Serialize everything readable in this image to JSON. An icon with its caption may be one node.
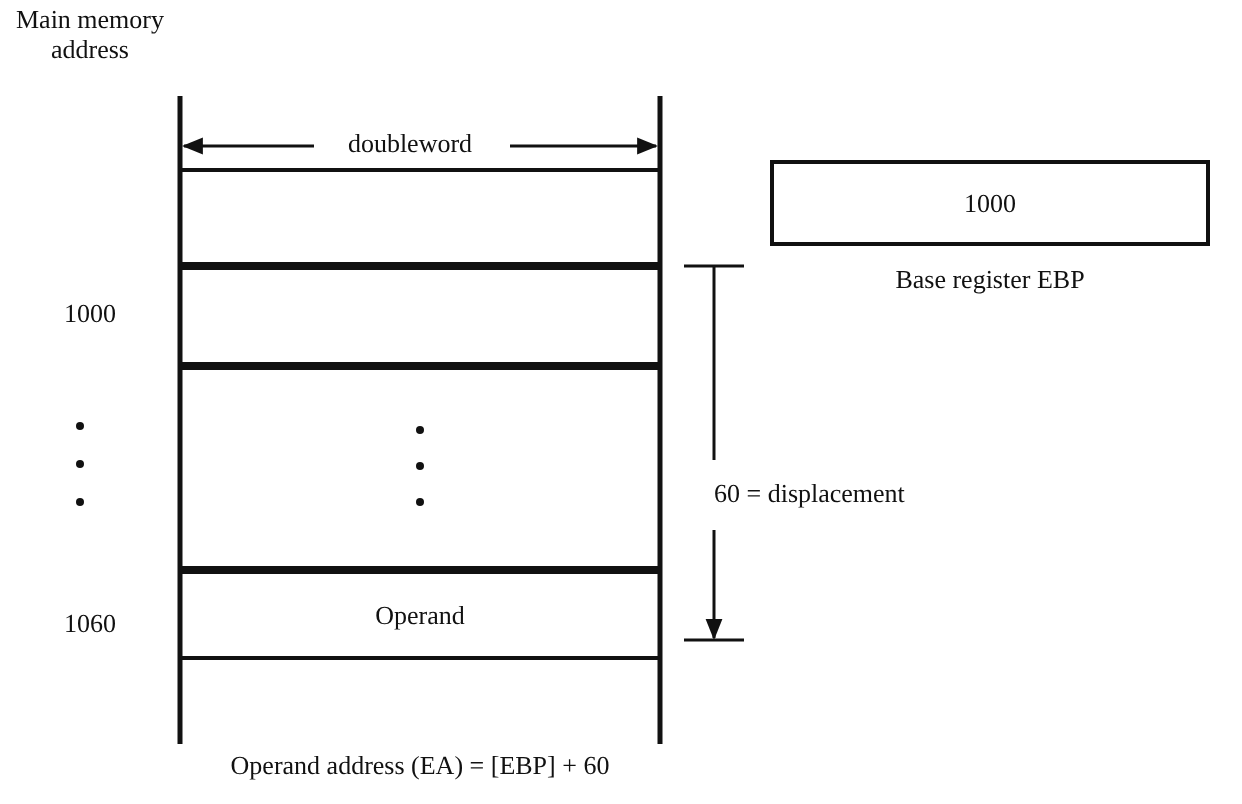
{
  "diagram": {
    "caption": "Operand address (EA) = [EBP] + 60",
    "nodes": [
      {
        "text": [],
        "shape": "box"
      },
      {
        "text": [],
        "shape": "box"
      },
      {
        "text": [],
        "shape": "box"
      },
      {
        "text": [
          "Operand"
        ]
      },
      {
        "text": [
          "1000"
        ],
        "beside": [
          "Base register EBP"
        ]
      }
    ],
    "labels": [
      "Main memory address",
      "doubleword",
      "1000",
      "60 = displacement",
      "1060"
    ]
  }
}
